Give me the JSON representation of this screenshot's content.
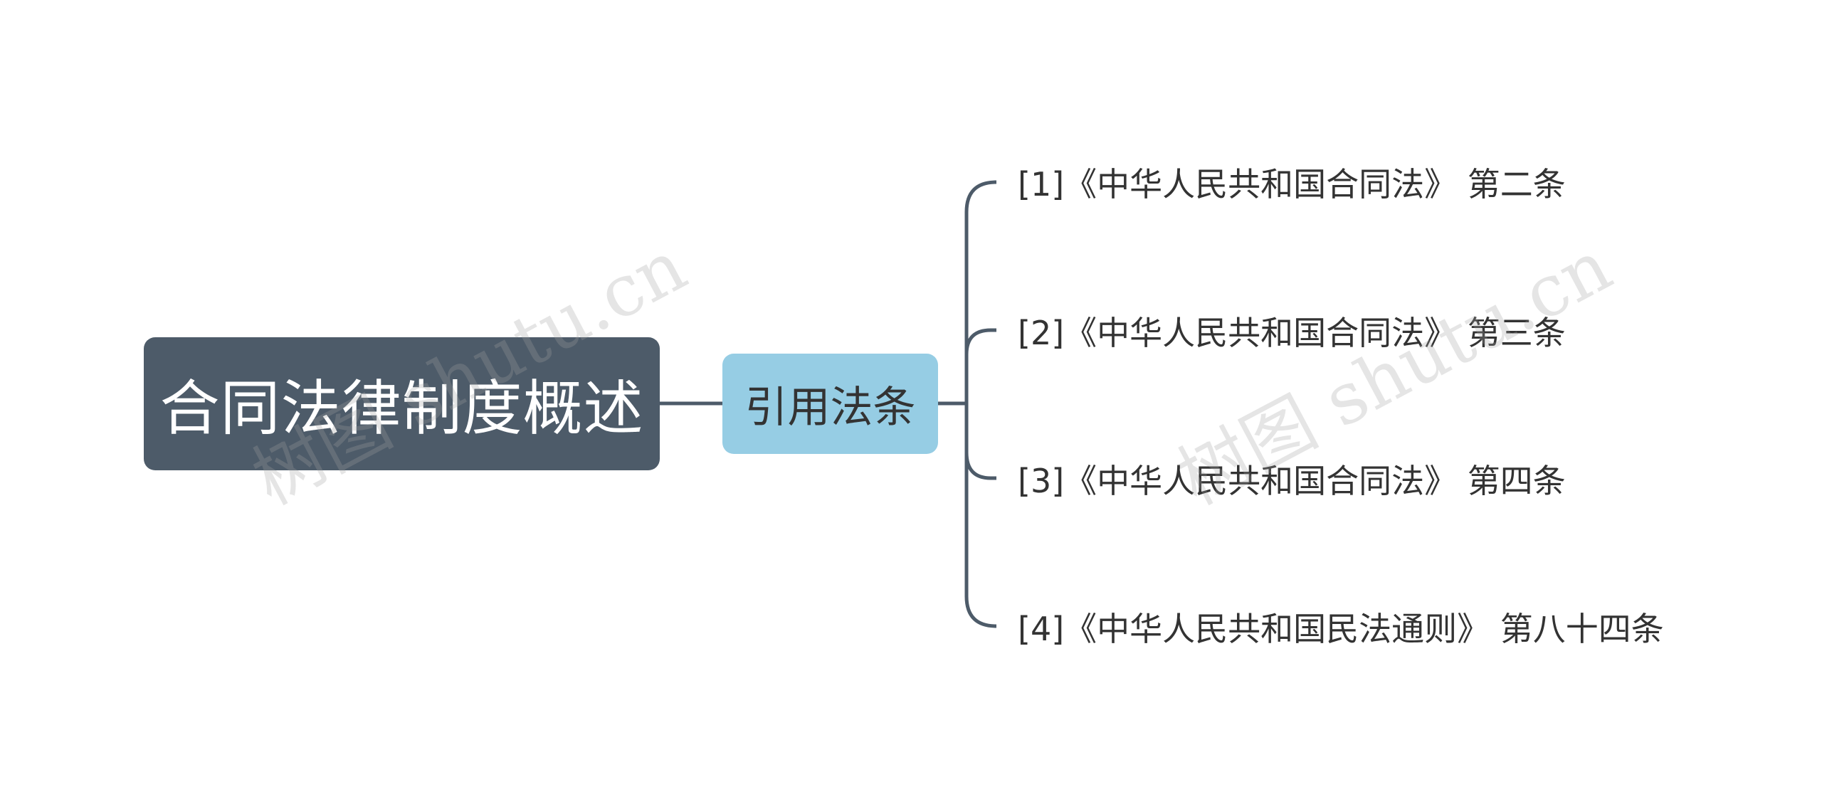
{
  "mindmap": {
    "root": {
      "label": "合同法律制度概述"
    },
    "branch": {
      "label": "引用法条"
    },
    "leaves": [
      {
        "label": "[1]《中华人民共和国合同法》 第二条"
      },
      {
        "label": "[2]《中华人民共和国合同法》 第三条"
      },
      {
        "label": "[3]《中华人民共和国合同法》 第四条"
      },
      {
        "label": "[4]《中华人民共和国民法通则》 第八十四条"
      }
    ]
  },
  "watermark": {
    "text": "树图 shutu.cn"
  },
  "colors": {
    "root_fill": "#4d5b69",
    "branch_fill": "#96cde4",
    "connector": "#4d5b69",
    "text_dark": "#333333",
    "text_light": "#ffffff"
  }
}
